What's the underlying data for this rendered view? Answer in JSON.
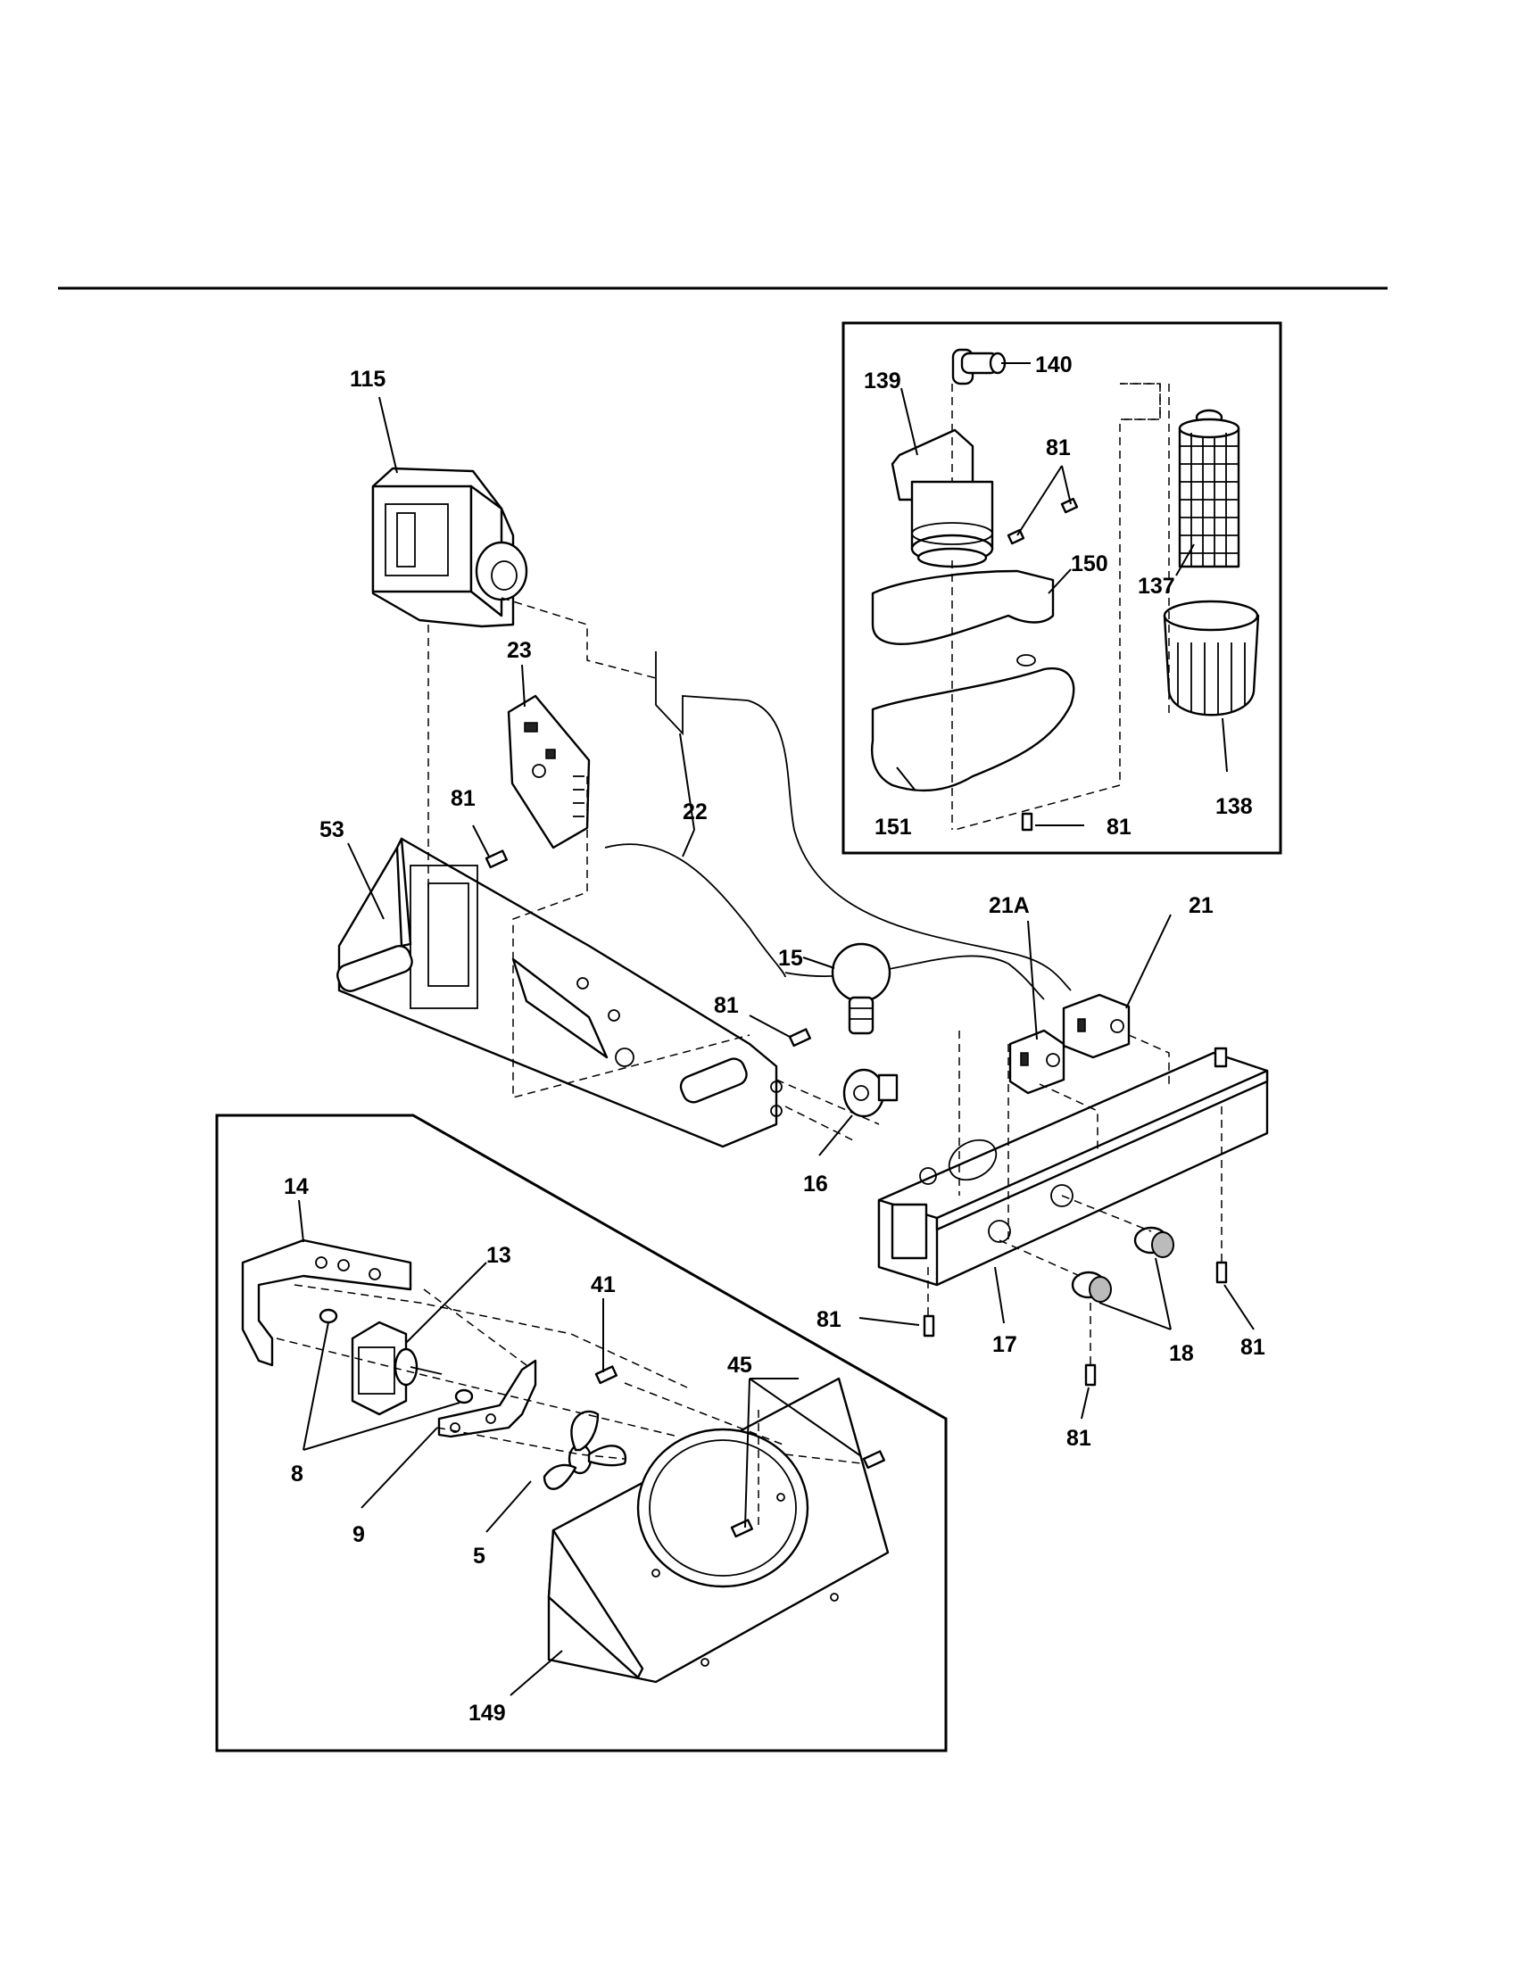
{
  "diagram": {
    "labels": {
      "l115": "115",
      "l23": "23",
      "l81_a": "81",
      "l53": "53",
      "l22": "22",
      "l139": "139",
      "l140": "140",
      "l81_b": "81",
      "l150": "150",
      "l137": "137",
      "l151": "151",
      "l81_c": "81",
      "l138": "138",
      "l21A": "21A",
      "l21": "21",
      "l15": "15",
      "l81_d": "81",
      "l16": "16",
      "l14": "14",
      "l13": "13",
      "l41": "41",
      "l45": "45",
      "l8": "8",
      "l9": "9",
      "l5": "5",
      "l149": "149",
      "l81_e": "81",
      "l17": "17",
      "l18": "18",
      "l81_f": "81",
      "l81_g": "81"
    }
  }
}
